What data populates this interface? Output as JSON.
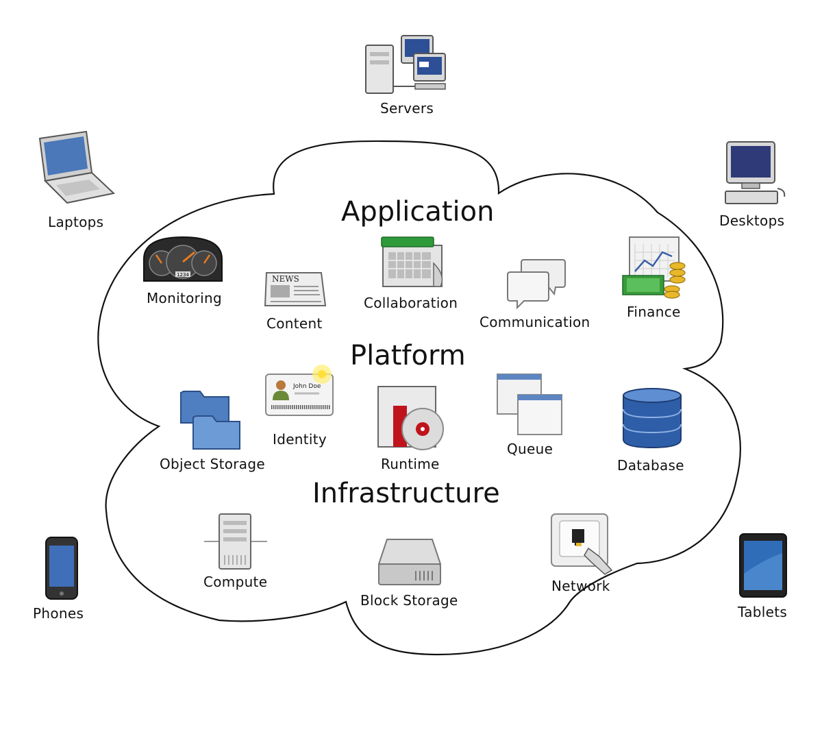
{
  "cloud": {
    "sections": {
      "application": "Application",
      "platform": "Platform",
      "infrastructure": "Infrastructure"
    },
    "application": {
      "monitoring": "Monitoring",
      "content": "Content",
      "collaboration": "Collaboration",
      "communication": "Communication",
      "finance": "Finance"
    },
    "platform": {
      "object_storage": "Object Storage",
      "identity": "Identity",
      "runtime": "Runtime",
      "queue": "Queue",
      "database": "Database"
    },
    "infrastructure": {
      "compute": "Compute",
      "block_storage": "Block Storage",
      "network": "Network"
    }
  },
  "devices": {
    "servers": "Servers",
    "laptops": "Laptops",
    "desktops": "Desktops",
    "phones": "Phones",
    "tablets": "Tablets"
  },
  "icon_text": {
    "news": "NEWS",
    "id_name": "John Doe",
    "gauge_readout": "1234"
  },
  "icons": [
    "servers-icon",
    "laptop-icon",
    "desktop-icon",
    "phone-icon",
    "tablet-icon",
    "gauge-icon",
    "newspaper-icon",
    "calendar-icon",
    "chat-bubbles-icon",
    "finance-icon",
    "folders-icon",
    "id-card-icon",
    "runtime-disc-icon",
    "queue-windows-icon",
    "database-icon",
    "server-tower-icon",
    "hard-drive-icon",
    "network-jack-icon"
  ],
  "colors": {
    "outline": "#111111",
    "accent_blue": "#4a78b8",
    "accent_green": "#3a9a3a",
    "accent_red": "#c0141c",
    "gold": "#e8b82a"
  }
}
